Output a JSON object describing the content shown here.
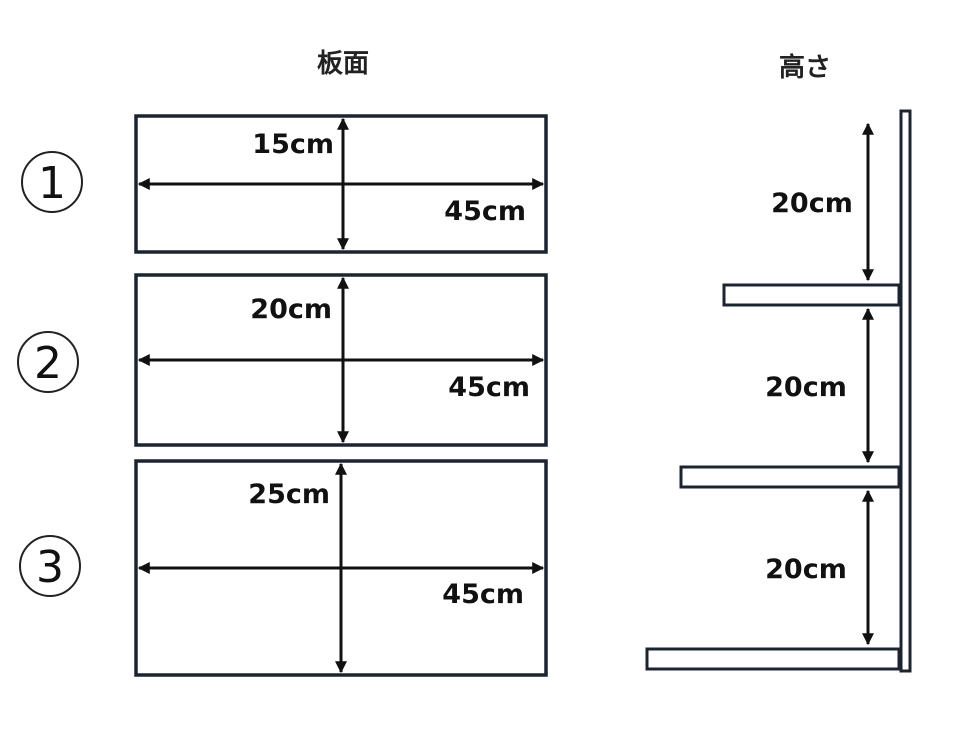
{
  "headings": {
    "board_face": "板面",
    "height": "高さ"
  },
  "boards": [
    {
      "number": "1",
      "depth": "15cm",
      "width": "45cm"
    },
    {
      "number": "2",
      "depth": "20cm",
      "width": "45cm"
    },
    {
      "number": "3",
      "depth": "25cm",
      "width": "45cm"
    }
  ],
  "shelf_gaps": [
    "20cm",
    "20cm",
    "20cm"
  ]
}
